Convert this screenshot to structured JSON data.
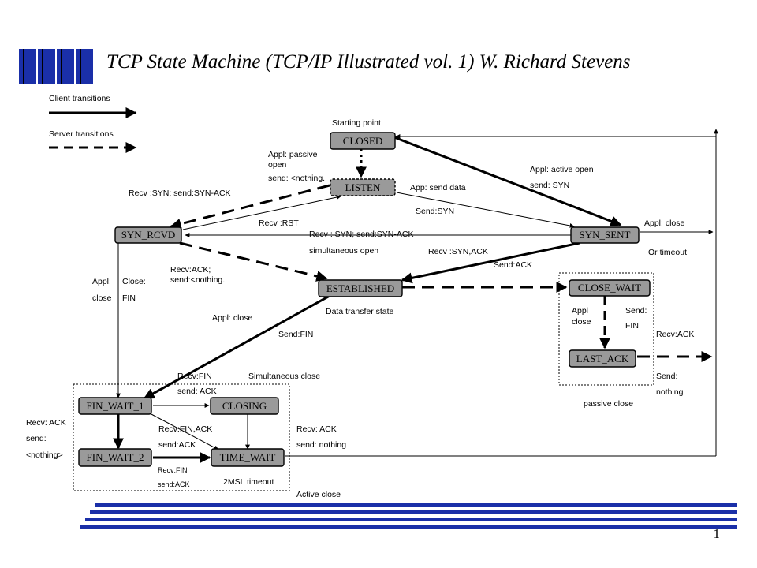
{
  "title": "TCP State Machine (TCP/IP Illustrated vol. 1) W. Richard Stevens",
  "legend": {
    "client": "Client transitions",
    "server": "Server transitions"
  },
  "states": {
    "closed": "CLOSED",
    "listen": "LISTEN",
    "syn_rcvd": "SYN_RCVD",
    "syn_sent": "SYN_SENT",
    "established": "ESTABLISHED",
    "close_wait": "CLOSE_WAIT",
    "last_ack": "LAST_ACK",
    "fin_wait_1": "FIN_WAIT_1",
    "fin_wait_2": "FIN_WAIT_2",
    "closing": "CLOSING",
    "time_wait": "TIME_WAIT"
  },
  "labels": {
    "starting_point": "Starting point",
    "appl_passive": "Appl: passive",
    "open": "open",
    "send_nothing": "send: <nothing.",
    "recv_syn_send_synack": "Recv :SYN; send:SYN-ACK",
    "app_send_data": "App: send data",
    "send_syn_data": "Send:SYN",
    "appl_active_open": "Appl: active open",
    "send_syn": "send: SYN",
    "recv_rst": "Recv :RST",
    "recv_syn_send_synack2": "Recv : SYN; send:SYN-ACK",
    "simultaneous_open": "simultaneous open",
    "appl_close": "Appl: close",
    "or_timeout": "Or timeout",
    "recv_synack": "Recv :SYN,ACK",
    "send_ack": "Send:ACK",
    "recv_ack_send_nothing_1": "Recv:ACK;",
    "recv_ack_send_nothing_2": "send:<nothing.",
    "appl": "Appl:",
    "close": "close",
    "close_colon": "Close:",
    "fin": "FIN",
    "data_transfer_state": "Data transfer state",
    "appl_close2": "Appl: close",
    "send_fin": "Send:FIN",
    "appl_cw": "Appl",
    "close_cw": "close",
    "send_cw": "Send:",
    "fin_cw": "FIN",
    "recv_ack_right": "Recv:ACK",
    "send_right": "Send:",
    "nothing_right": "nothing",
    "passive_close": "passive close",
    "recv_fin": "Recv:FIN",
    "send_ack_fin": "send: ACK",
    "simultaneous_close": "Simultaneous close",
    "recv_ack_left": "Recv: ACK",
    "send_left": "send:",
    "nothing_left": "<nothing>",
    "recv_finack": "Recv:FIN,ACK",
    "send_ack_finack": "send:ACK",
    "recv_ack_tw": "Recv: ACK",
    "send_nothing_tw": "send: nothing",
    "recv_fin_fw2": "Recv:FIN",
    "send_ack_fw2": "send:ACK",
    "two_msl": "2MSL timeout",
    "active_close": "Active close"
  },
  "slide_number": "1"
}
